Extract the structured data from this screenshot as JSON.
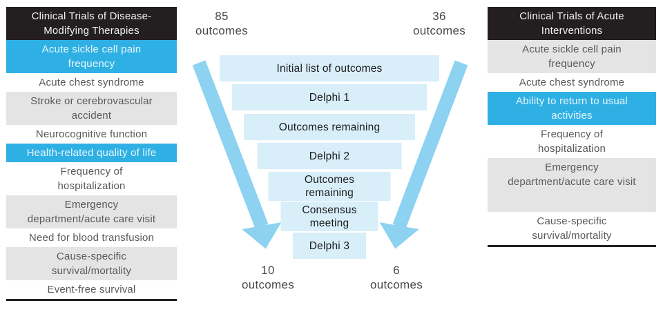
{
  "colors": {
    "accent_blue": "#2FB0E4",
    "funnel_box_blue": "#D8EEF9",
    "arrow_blue": "#8DD2F0",
    "header_dark": "#231F20",
    "row_gray": "#E4E4E4"
  },
  "left_panel": {
    "title": "Clinical Trials of Disease-\nModifying Therapies",
    "items": [
      {
        "label": "Acute sickle cell pain\nfrequency",
        "variant": "blue"
      },
      {
        "label": "Acute chest syndrome",
        "variant": "white"
      },
      {
        "label": "Stroke or cerebrovascular\naccident",
        "variant": "gray"
      },
      {
        "label": "Neurocognitive function",
        "variant": "white"
      },
      {
        "label": "Health-related quality of life",
        "variant": "blue"
      },
      {
        "label": "Frequency of\nhospitalization",
        "variant": "white"
      },
      {
        "label": "Emergency\ndepartment/acute care visit",
        "variant": "gray"
      },
      {
        "label": "Need for blood transfusion",
        "variant": "white"
      },
      {
        "label": "Cause-specific\nsurvival/mortality",
        "variant": "gray"
      },
      {
        "label": "Event-free survival",
        "variant": "white"
      }
    ]
  },
  "right_panel": {
    "title": "Clinical Trials of Acute\nInterventions",
    "items": [
      {
        "label": "Acute sickle cell pain\nfrequency",
        "variant": "gray"
      },
      {
        "label": "Acute chest syndrome",
        "variant": "white"
      },
      {
        "label": "Ability to return to usual\nactivities",
        "variant": "blue"
      },
      {
        "label": "Frequency of\nhospitalization",
        "variant": "white"
      },
      {
        "label": "Emergency\ndepartment/acute care visit",
        "variant": "gray",
        "tall": true
      },
      {
        "label": "Cause-specific\nsurvival/mortality",
        "variant": "white"
      }
    ]
  },
  "funnel": {
    "steps": [
      "Initial list of outcomes",
      "Delphi 1",
      "Outcomes remaining",
      "Delphi 2",
      "Outcomes\nremaining",
      "Consensus\nmeeting",
      "Delphi 3"
    ],
    "labels": {
      "top_left": {
        "count": "85",
        "unit": "outcomes"
      },
      "top_right": {
        "count": "36",
        "unit": "outcomes"
      },
      "bottom_left": {
        "count": "10",
        "unit": "outcomes"
      },
      "bottom_right": {
        "count": "6",
        "unit": "outcomes"
      }
    }
  }
}
